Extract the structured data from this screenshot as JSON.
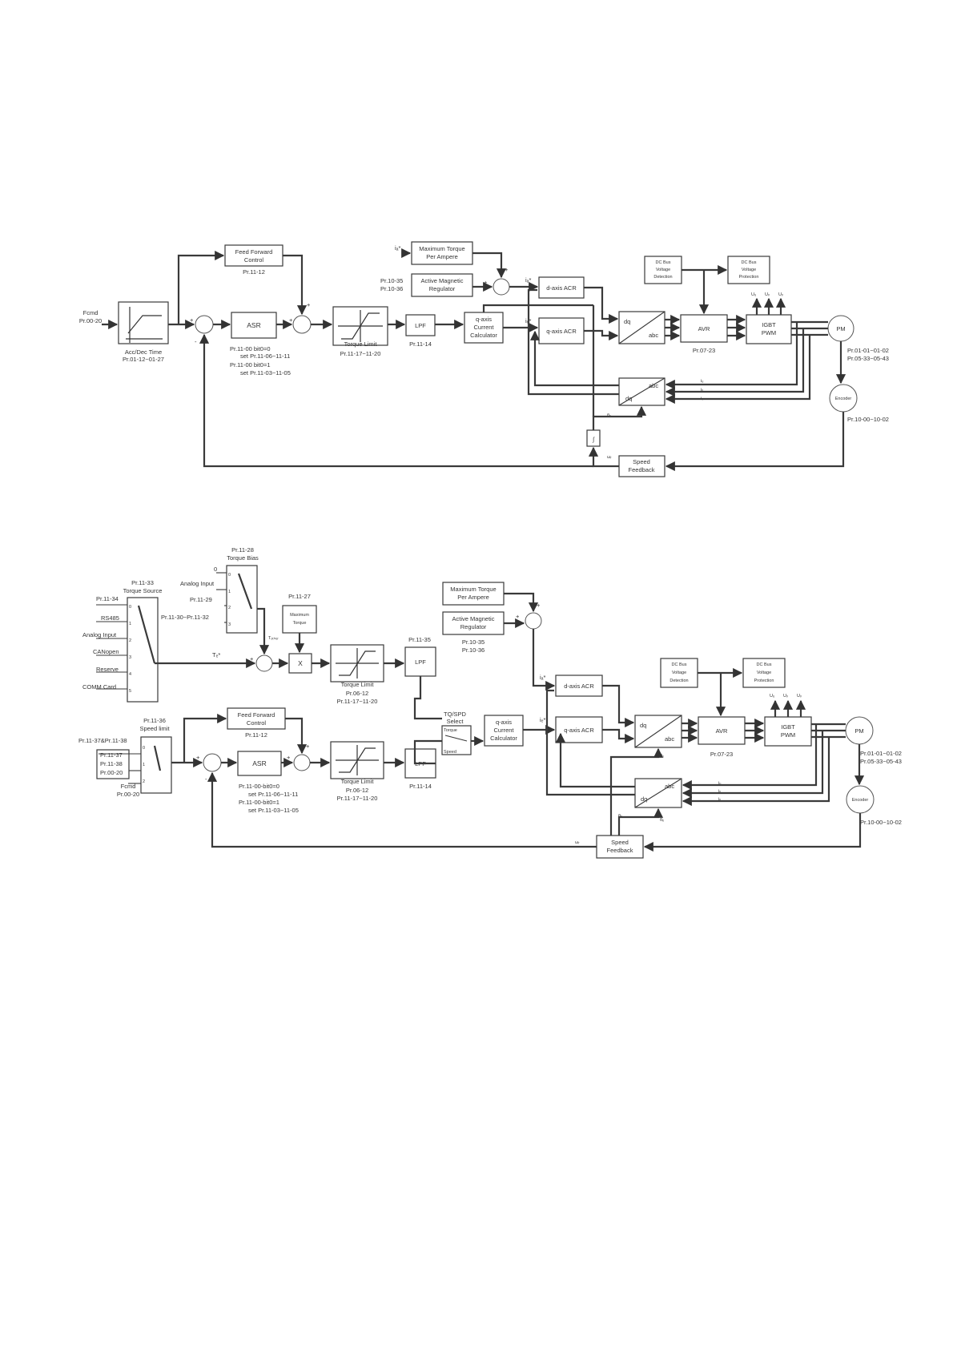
{
  "d1": {
    "fcmd_label": "Fcmd",
    "fcmd_param": "Pr.00-20",
    "accdec_label": "Acc/Dec Time",
    "accdec_param": "Pr.01-12~01-27",
    "feedforward_l1": "Feed Forward",
    "feedforward_l2": "Control",
    "feedforward_param": "Pr.11-12",
    "asr_label": "ASR",
    "asr_p1": "Pr.11-00 bit0=0",
    "asr_p2": "set Pr.11-06~11-11",
    "asr_p3": "Pr.11-00 bit0=1",
    "asr_p4": "set Pr.11-03~11-05",
    "torque_limit_label": "Torque Limit",
    "torque_limit_param": "Pr.11-17~11-20",
    "lpf_label": "LPF",
    "lpf_param": "Pr.11-14",
    "qcalc_l1": "q-axis",
    "qcalc_l2": "Current",
    "qcalc_l3": "Calculator",
    "id_ref": "iₐ*",
    "mtpa_l1": "Maximum Torque",
    "mtpa_l2": "Per Ampere",
    "amr_param1": "Pr.10-35",
    "amr_param2": "Pr.10-36",
    "amr_l1": "Active Magnetic",
    "amr_l2": "Regulator",
    "id_label": "iₐ*",
    "iq_label": "iₑ*",
    "dacr_label": "d-axis ACR",
    "qacr_label": "q-axis ACR",
    "dq_label": "dq",
    "abc_label": "abc",
    "avr_label": "AVR",
    "avr_param": "Pr.07-23",
    "igbt_l1": "IGBT",
    "igbt_l2": "PWM",
    "dcbus_det_l1": "DC Bus",
    "dcbus_det_l2": "Voltage",
    "dcbus_det_l3": "Detection",
    "dcbus_prot_l1": "DC Bus",
    "dcbus_prot_l2": "Voltage",
    "dcbus_prot_l3": "Protection",
    "uu": "Uᵤ",
    "uv": "Uᵥ",
    "uw": "Uᵥ",
    "pm_label": "PM",
    "pm_param1": "Pr.01-01~01-02",
    "pm_param2": "Pr.05-33~05-43",
    "encoder_label": "Encoder",
    "encoder_param": "Pr.10-00~10-02",
    "integrator": "∫",
    "theta": "θₑ",
    "omega": "ωᵣ",
    "speed_fb_l1": "Speed",
    "speed_fb_l2": "Feedback",
    "iu": "iᵤ",
    "iv": "iᵥ",
    "iw": "iᵥ",
    "plus": "+",
    "minus": "-"
  },
  "d2": {
    "tbias_param": "Pr.11-28",
    "tbias_label": "Torque Bias",
    "tbias_0": "0",
    "tbias_analog": "Analog Input",
    "tbias_p29": "Pr.11-29",
    "tbias_p30": "Pr.11-30~Pr.11-32",
    "tsrc_param": "Pr.11-33",
    "tsrc_label": "Torque Source",
    "tsrc_p34": "Pr.11-34",
    "tsrc_rs485": "RS485",
    "tsrc_analog": "Analog Input",
    "tsrc_canopen": "CANopen",
    "tsrc_reserve": "Reserve",
    "tsrc_comm": "COMM Card",
    "te_ref": "Tₑ*",
    "tother": "Tₒₜₕₑᵣ",
    "maxtorque_param": "Pr.11-27",
    "maxtorque_l1": "Maximum",
    "maxtorque_l2": "Torque",
    "mult": "X",
    "tl_upper_label": "Torque Limit",
    "tl_upper_p1": "Pr.06-12",
    "tl_upper_p2": "Pr.11-17~11-20",
    "lpf_upper_param": "Pr.11-35",
    "lpf_label": "LPF",
    "tqspd_l1": "TQ/SPD",
    "tqspd_l2": "Select",
    "tqspd_torque": "Torque",
    "tqspd_speed": "Speed",
    "qcalc_l1": "q-axis",
    "qcalc_l2": "Current",
    "qcalc_l3": "Calculator",
    "mtpa_l1": "Maximum Torque",
    "mtpa_l2": "Per Ampere",
    "amr_l1": "Active Magnetic",
    "amr_l2": "Regulator",
    "amr_param1": "Pr.10-35",
    "amr_param2": "Pr.10-36",
    "id_label": "iₐ*",
    "iq_label": "iₑ*",
    "dacr_label": "d-axis ACR",
    "qacr_label": "q-axis ACR",
    "dq_label": "dq",
    "abc_label": "abc",
    "avr_label": "AVR",
    "avr_param": "Pr.07-23",
    "igbt_l1": "IGBT",
    "igbt_l2": "PWM",
    "dcbus_det_l1": "DC Bus",
    "dcbus_det_l2": "Voltage",
    "dcbus_det_l3": "Detection",
    "dcbus_prot_l1": "DC Bus",
    "dcbus_prot_l2": "Voltage",
    "dcbus_prot_l3": "Protection",
    "uu": "Uᵤ",
    "uv": "Uᵥ",
    "uw": "Uᵥ",
    "pm_label": "PM",
    "pm_param1": "Pr.01-01~01-02",
    "pm_param2": "Pr.05-33~05-43",
    "encoder_label": "Encoder",
    "encoder_param": "Pr.10-00~10-02",
    "speed_limit_param": "Pr.11-36",
    "speed_limit_label": "Speed limit",
    "sl_p3738": "Pr.11-37&Pr.11-38",
    "sl_p37": "Pr.11-37",
    "sl_p38": "Pr.11-38",
    "sl_p00": "Pr.00-20",
    "fcmd_label": "Fcmd",
    "fcmd_param": "Pr.00-20",
    "feedforward_l1": "Feed Forward",
    "feedforward_l2": "Control",
    "feedforward_param": "Pr.11-12",
    "asr_label": "ASR",
    "asr_p1": "Pr.11-00-bit0=0",
    "asr_p2": "set Pr.11-06~11-11",
    "asr_p3": "Pr.11-00-bit0=1",
    "asr_p4": "set Pr.11-03~11-05",
    "tl_lower_label": "Torque Limit",
    "tl_lower_p1": "Pr.06-12",
    "tl_lower_p2": "Pr.11-17~11-20",
    "lpf_lower_param": "Pr.11-14",
    "theta": "θₑ",
    "omega": "ωᵣ",
    "speed_fb_l1": "Speed",
    "speed_fb_l2": "Feedback",
    "iu": "iᵤ",
    "iv": "iᵥ",
    "iw": "iᵥ",
    "n0": "0",
    "n1": "1",
    "n2": "2",
    "n3": "3",
    "n4": "4",
    "n5": "5",
    "plus": "+",
    "minus": "-"
  }
}
